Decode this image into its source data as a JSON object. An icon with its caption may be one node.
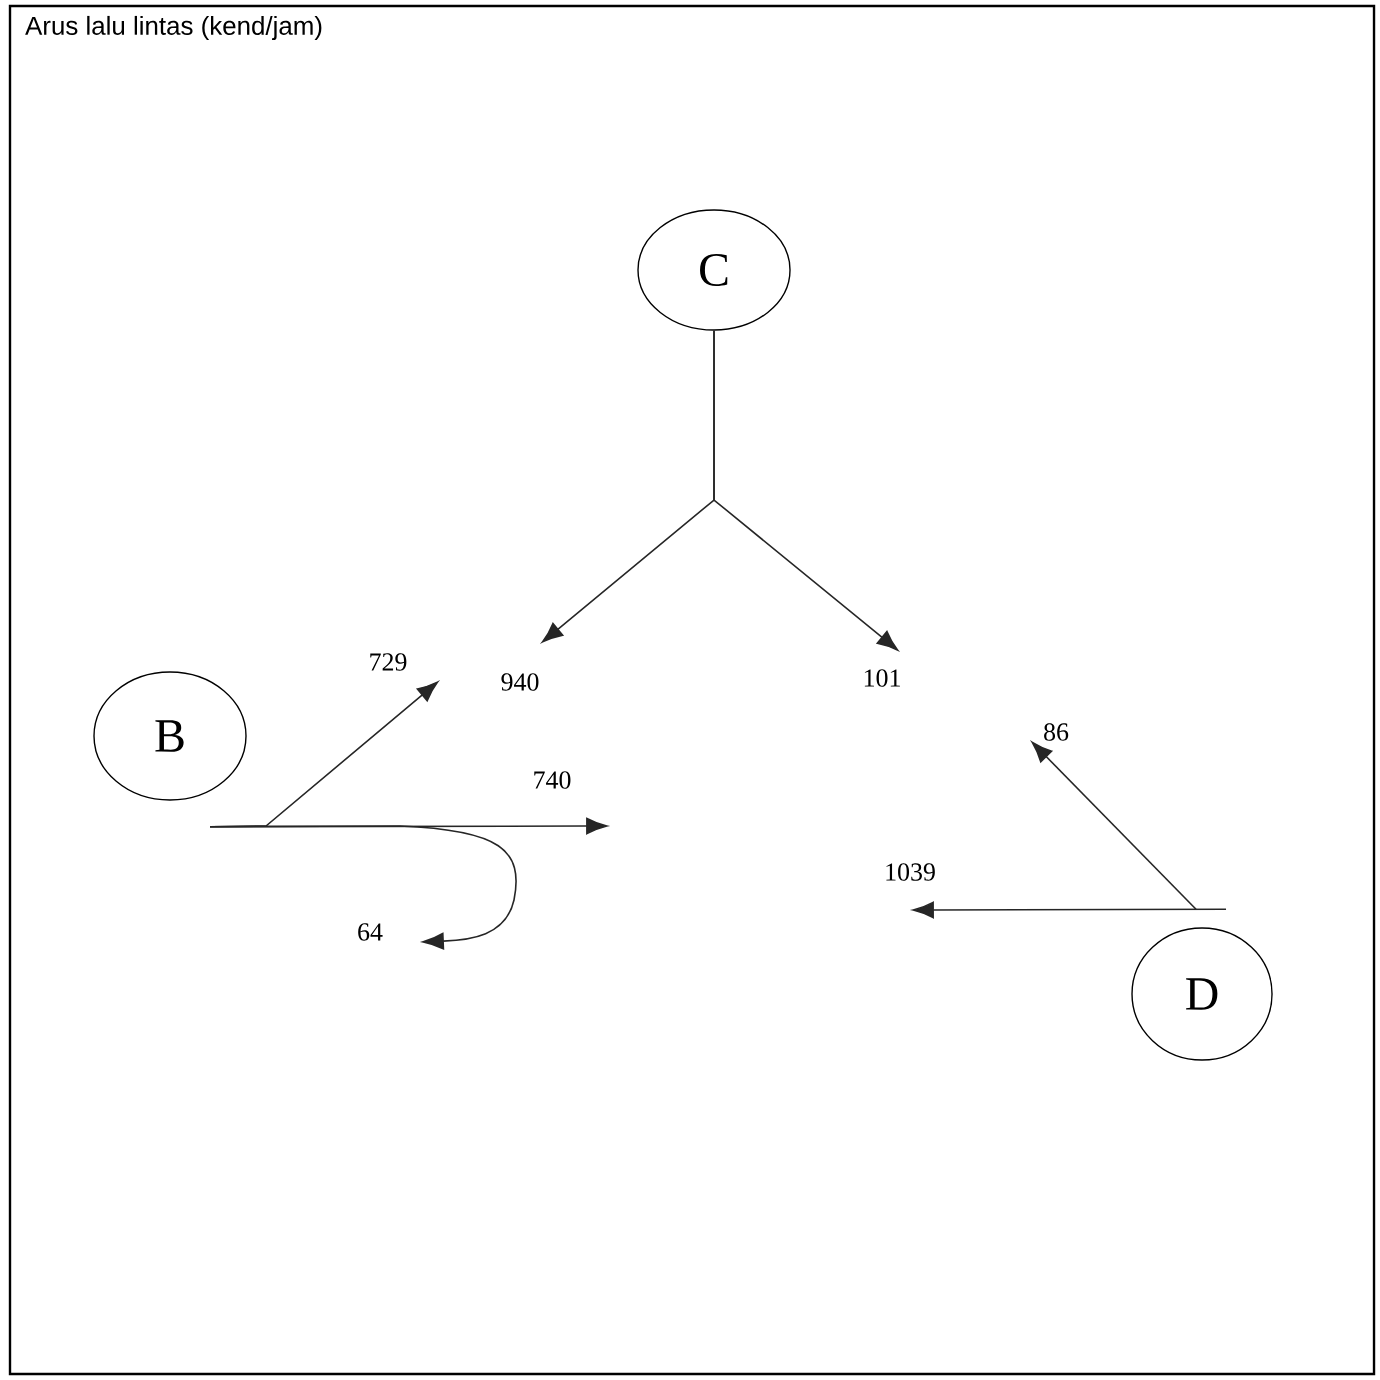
{
  "diagram": {
    "title": "Arus lalu lintas (kend/jam)",
    "nodes": [
      {
        "text": [
          "C"
        ]
      },
      {
        "text": [
          "B"
        ]
      },
      {
        "text": [
          "D"
        ]
      },
      {
        "text": [
          "729"
        ]
      },
      {
        "text": [
          "940"
        ]
      },
      {
        "text": [
          "101"
        ]
      },
      {
        "text": [
          "740"
        ]
      },
      {
        "text": [
          "86"
        ]
      },
      {
        "text": [
          "1039"
        ]
      },
      {
        "text": [
          "64"
        ]
      }
    ],
    "edges": [
      {
        "from": 0,
        "to": 4,
        "arrow": "to"
      },
      {
        "from": 0,
        "to": 5,
        "arrow": "to"
      },
      {
        "from": 1,
        "to": 3,
        "arrow": "to"
      },
      {
        "from": 1,
        "to": 6,
        "arrow": "to"
      },
      {
        "from": 1,
        "to": 9,
        "arrow": "to"
      },
      {
        "from": 2,
        "to": 7,
        "arrow": "to"
      },
      {
        "from": 2,
        "to": 8,
        "arrow": "to"
      }
    ]
  }
}
